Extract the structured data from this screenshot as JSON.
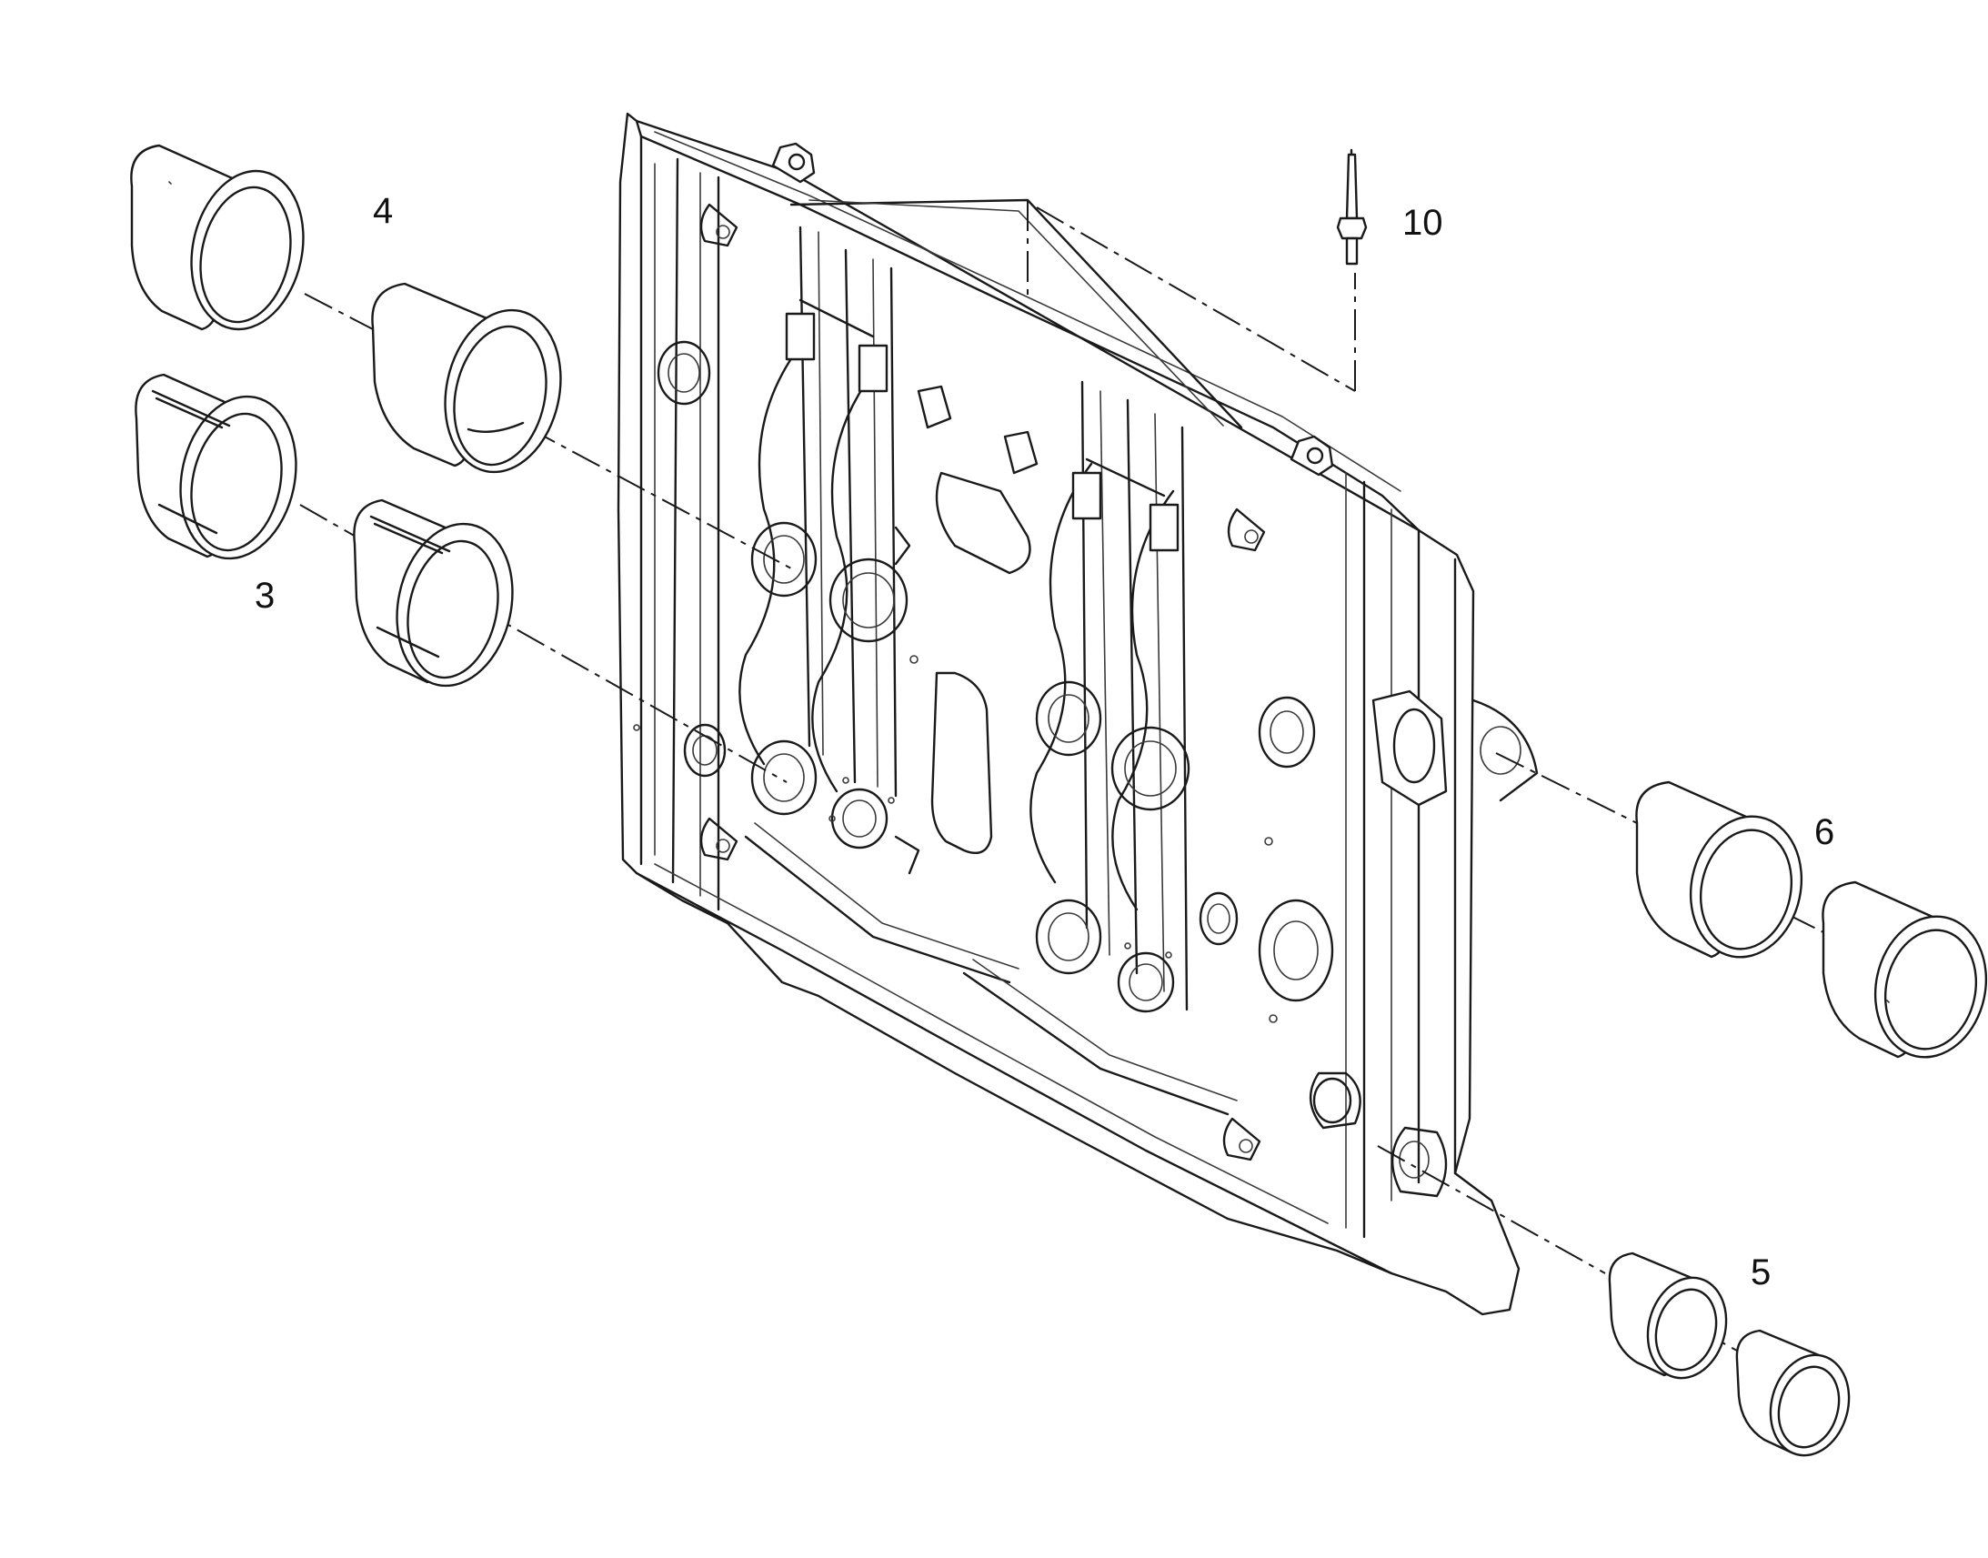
{
  "callouts": [
    {
      "id": "callout-4",
      "label": "4"
    },
    {
      "id": "callout-3",
      "label": "3"
    },
    {
      "id": "callout-10",
      "label": "10"
    },
    {
      "id": "callout-6",
      "label": "6"
    },
    {
      "id": "callout-5",
      "label": "5"
    }
  ],
  "colors": {
    "line": "#1a1a1a",
    "background": "#ffffff"
  }
}
